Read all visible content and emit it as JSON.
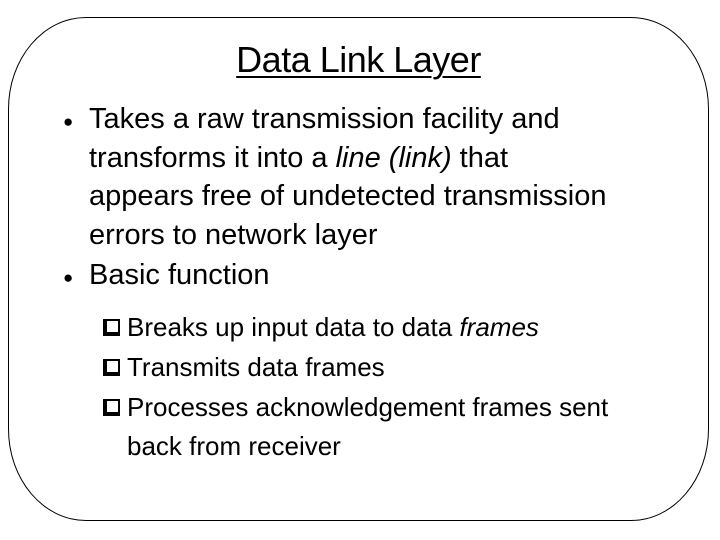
{
  "slide": {
    "title": "Data Link Layer",
    "markers": {
      "level1_glyph": "●",
      "level2_icon": "shadowed-square"
    },
    "colors": {
      "background": "#ffffff",
      "text": "#000000",
      "border": "#000000"
    },
    "bullets": [
      {
        "level": 1,
        "lines": [
          [
            {
              "t": "Takes a raw transmission facility and"
            }
          ],
          [
            {
              "t": "transforms it into a "
            },
            {
              "t": "line (link)",
              "i": true
            },
            {
              "t": " that"
            }
          ],
          [
            {
              "t": "appears free of undetected transmission"
            }
          ],
          [
            {
              "t": "errors to network layer"
            }
          ]
        ]
      },
      {
        "level": 1,
        "lines": [
          [
            {
              "t": "Basic function"
            }
          ]
        ]
      },
      {
        "level": 2,
        "lines": [
          [
            {
              "t": "Breaks up input data to data "
            },
            {
              "t": "frames",
              "i": true
            }
          ]
        ]
      },
      {
        "level": 2,
        "lines": [
          [
            {
              "t": "Transmits data frames"
            }
          ]
        ]
      },
      {
        "level": 2,
        "lines": [
          [
            {
              "t": "Processes acknowledgement frames sent"
            }
          ],
          [
            {
              "t": "back from receiver"
            }
          ]
        ]
      }
    ]
  }
}
